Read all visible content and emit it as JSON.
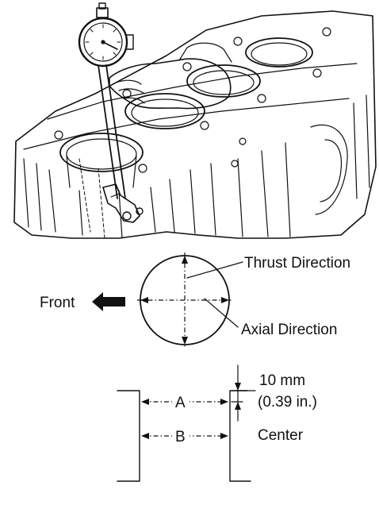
{
  "orientation_diagram": {
    "front_label": "Front",
    "thrust_label": "Thrust Direction",
    "axial_label": "Axial Direction"
  },
  "position_diagram": {
    "offset_label_1": "10 mm",
    "offset_label_2": "(0.39 in.)",
    "a_label": "A",
    "b_label": "B",
    "center_label": "Center"
  }
}
